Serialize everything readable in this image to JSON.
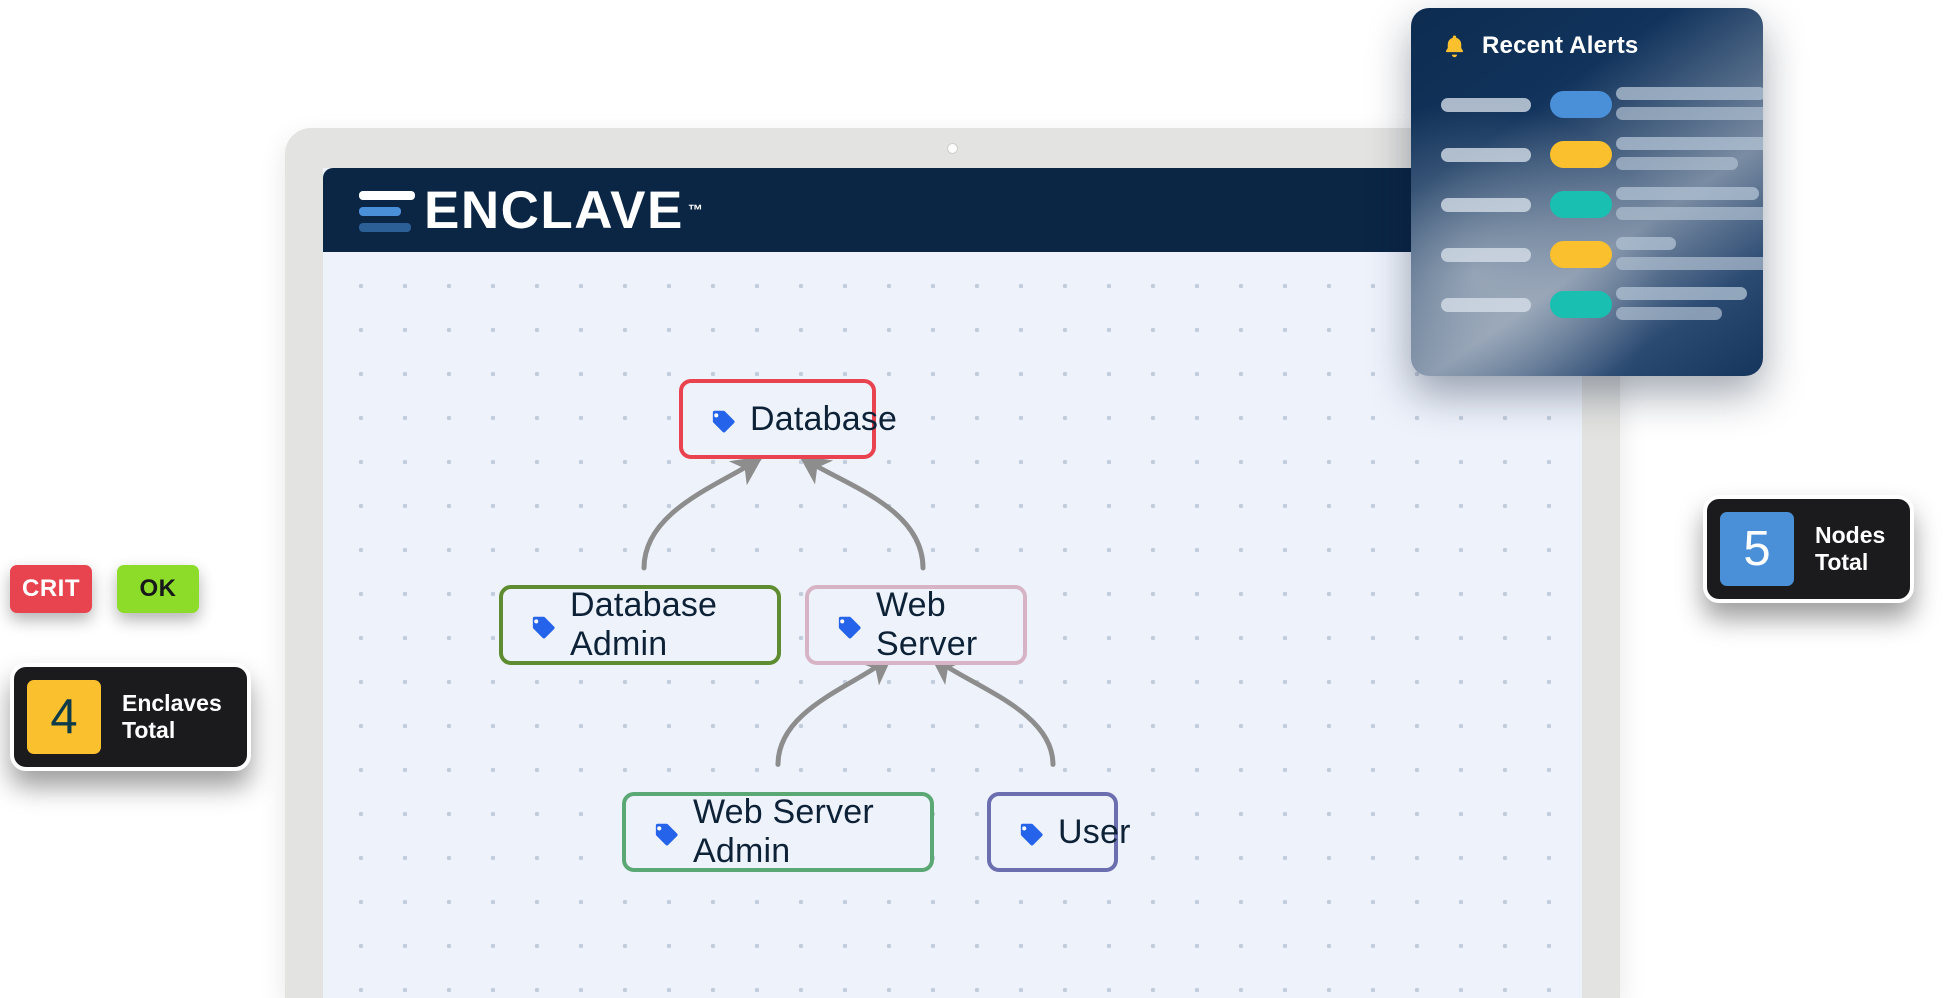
{
  "app": {
    "brand_name": "ENCLAVE",
    "trademark": "™",
    "logo_colors": {
      "navy": "#0b2545",
      "white": "#ffffff",
      "light_blue": "#4a90d9",
      "mid_blue": "#2b5f96"
    }
  },
  "diagram": {
    "canvas_background": "#eef2fb",
    "dot_color": "#c2cddd",
    "edge_color": "#8d8d8d",
    "tag_icon_color": "#2563eb",
    "node_text_color": "#0d2137",
    "nodes": [
      {
        "id": "database",
        "label": "Database",
        "icon": "tag-icon",
        "border_color": "#e8434f"
      },
      {
        "id": "database-admin",
        "label": "Database Admin",
        "icon": "tag-icon",
        "border_color": "#5e8c31"
      },
      {
        "id": "web-server",
        "label": "Web Server",
        "icon": "tag-icon",
        "border_color": "#d6b4c6"
      },
      {
        "id": "web-server-admin",
        "label": "Web Server Admin",
        "icon": "tag-icon",
        "border_color": "#5ba874"
      },
      {
        "id": "user",
        "label": "User",
        "icon": "tag-icon",
        "border_color": "#6b6fb0"
      }
    ],
    "edges": [
      {
        "from": "database-admin",
        "to": "database"
      },
      {
        "from": "web-server",
        "to": "database"
      },
      {
        "from": "web-server-admin",
        "to": "web-server"
      },
      {
        "from": "user",
        "to": "web-server"
      }
    ]
  },
  "alerts_panel": {
    "title": "Recent Alerts",
    "icon": "bell-icon",
    "icon_color": "#fbc02d",
    "rows": [
      {
        "pill_color": "#4a90d9",
        "line1_width": 150,
        "line2_width": 178
      },
      {
        "pill_color": "#fbc02d",
        "line1_width": 172,
        "line2_width": 122
      },
      {
        "pill_color": "#19bfb0",
        "line1_width": 143,
        "line2_width": 163
      },
      {
        "pill_color": "#fbc02d",
        "line1_width": 60,
        "line2_width": 177
      },
      {
        "pill_color": "#19bfb0",
        "line1_width": 131,
        "line2_width": 106
      }
    ]
  },
  "status_chips": [
    {
      "id": "crit",
      "label": "CRIT",
      "background": "#e8444f",
      "text_color": "#ffffff"
    },
    {
      "id": "ok",
      "label": "OK",
      "background": "#8ddc2a",
      "text_color": "#16181a"
    }
  ],
  "stat_cards": [
    {
      "id": "enclaves",
      "value": "4",
      "label": "Enclaves\nTotal",
      "tile_color": "#fbc02d",
      "value_color": "#0d3b4a"
    },
    {
      "id": "nodes",
      "value": "5",
      "label": "Nodes\nTotal",
      "tile_color": "#4a90d9",
      "value_color": "#ffffff"
    }
  ]
}
